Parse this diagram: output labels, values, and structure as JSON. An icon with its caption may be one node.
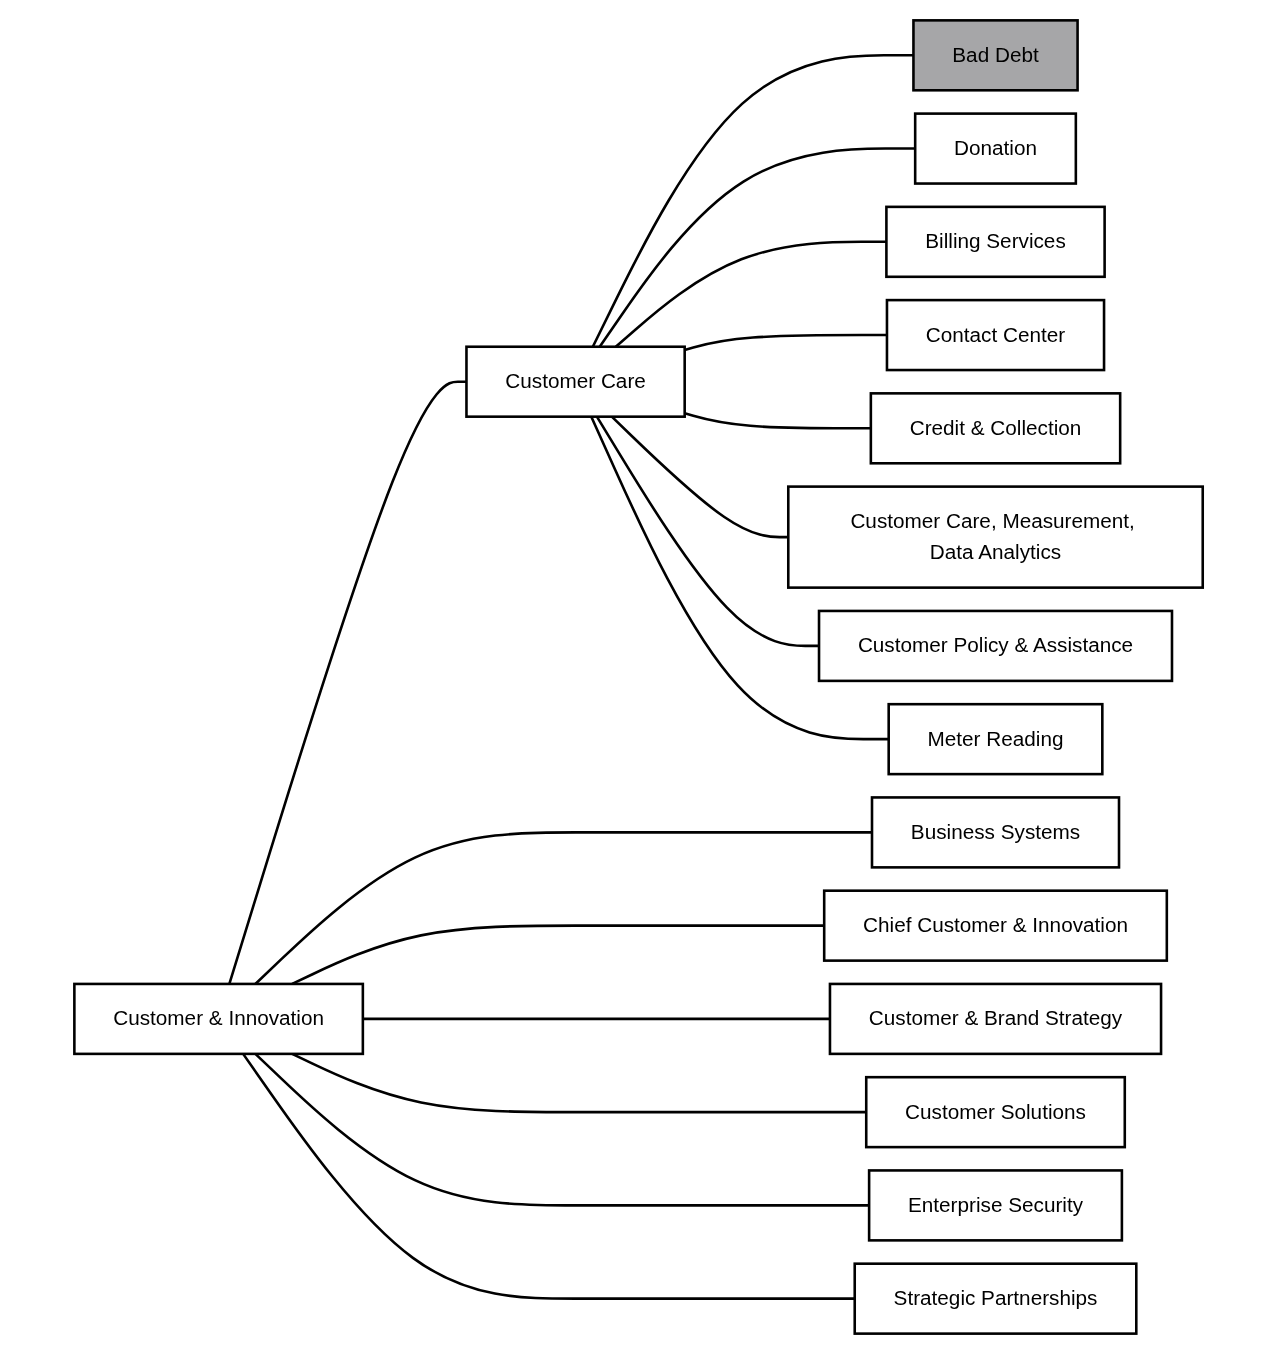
{
  "diagram": {
    "nodes": [
      {
        "text": [
          "Customer & Innovation"
        ]
      },
      {
        "text": [
          "Customer Care"
        ]
      },
      {
        "text": [
          "Bad Debt"
        ]
      },
      {
        "text": [
          "Donation"
        ]
      },
      {
        "text": [
          "Billing Services"
        ]
      },
      {
        "text": [
          "Contact Center"
        ]
      },
      {
        "text": [
          "Credit & Collection"
        ]
      },
      {
        "text": [
          "Customer Care, Measurement, Data Analytics"
        ]
      },
      {
        "text": [
          "Customer Policy & Assistance"
        ]
      },
      {
        "text": [
          "Meter Reading"
        ]
      },
      {
        "text": [
          "Business Systems"
        ]
      },
      {
        "text": [
          "Chief Customer & Innovation"
        ]
      },
      {
        "text": [
          "Customer & Brand Strategy"
        ]
      },
      {
        "text": [
          "Customer Solutions"
        ]
      },
      {
        "text": [
          "Enterprise Security"
        ]
      },
      {
        "text": [
          "Strategic Partnerships"
        ]
      }
    ],
    "edges": [
      {
        "from": 0,
        "to": 1,
        "arrow": "none"
      },
      {
        "from": 1,
        "to": 2,
        "arrow": "none"
      },
      {
        "from": 1,
        "to": 3,
        "arrow": "none"
      },
      {
        "from": 1,
        "to": 4,
        "arrow": "none"
      },
      {
        "from": 1,
        "to": 5,
        "arrow": "none"
      },
      {
        "from": 1,
        "to": 6,
        "arrow": "none"
      },
      {
        "from": 1,
        "to": 7,
        "arrow": "none"
      },
      {
        "from": 1,
        "to": 8,
        "arrow": "none"
      },
      {
        "from": 1,
        "to": 9,
        "arrow": "none"
      },
      {
        "from": 0,
        "to": 10,
        "arrow": "none"
      },
      {
        "from": 0,
        "to": 11,
        "arrow": "none"
      },
      {
        "from": 0,
        "to": 12,
        "arrow": "none"
      },
      {
        "from": 0,
        "to": 13,
        "arrow": "none"
      },
      {
        "from": 0,
        "to": 14,
        "arrow": "none"
      },
      {
        "from": 0,
        "to": 15,
        "arrow": "none"
      }
    ]
  }
}
